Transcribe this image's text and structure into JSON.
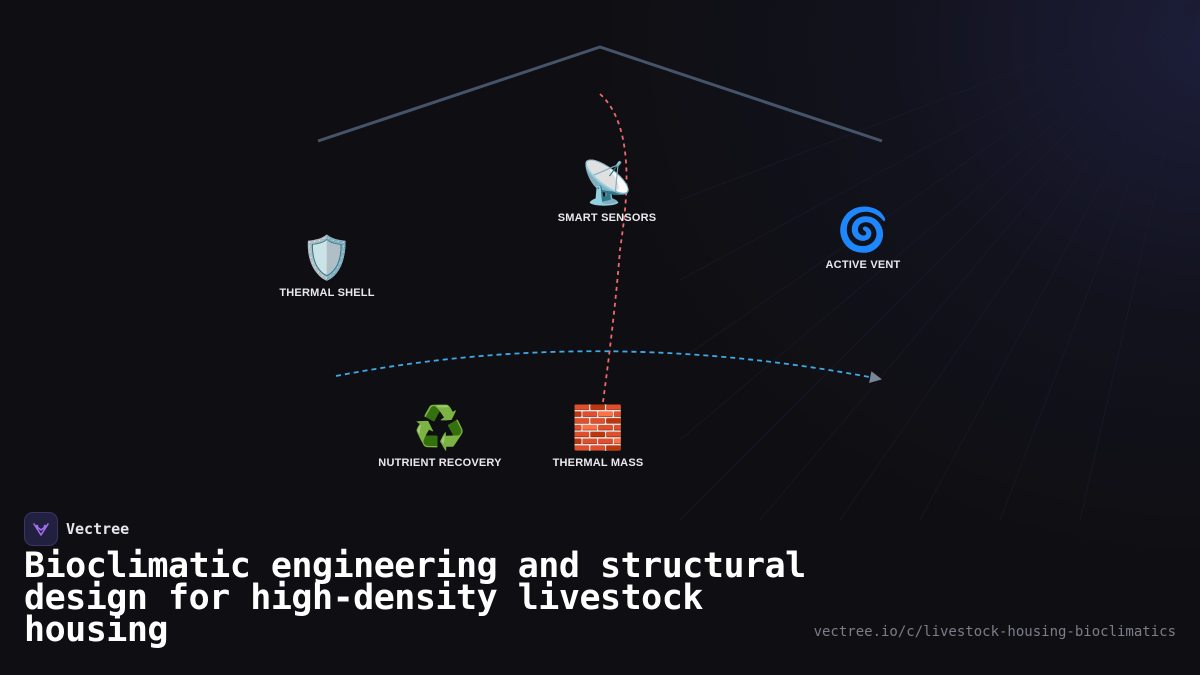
{
  "nodes": [
    {
      "id": "smart-sensors",
      "emoji": "📡",
      "label": "SMART SENSORS",
      "icon": "satellite-antenna-icon"
    },
    {
      "id": "active-vent",
      "emoji": "🌀",
      "label": "ACTIVE VENT",
      "icon": "cyclone-icon"
    },
    {
      "id": "thermal-shell",
      "emoji": "🛡️",
      "label": "THERMAL SHELL",
      "icon": "shield-icon"
    },
    {
      "id": "nutrient-recovery",
      "emoji": "♻️",
      "label": "NUTRIENT RECOVERY",
      "icon": "recycle-icon"
    },
    {
      "id": "thermal-mass",
      "emoji": "🧱",
      "label": "THERMAL MASS",
      "icon": "brick-icon"
    }
  ],
  "colors": {
    "roof": "#465469",
    "heat_path": "#f06a6a",
    "air_flow": "#3fa9e6",
    "arrow_head": "#7a8596",
    "brand_accent": "#a66df0",
    "background": "#0f0f13"
  },
  "brand": {
    "name": "Vectree",
    "logo_icon": "vectree-logo-icon"
  },
  "title": "Bioclimatic engineering and structural design for high-density livestock housing",
  "url": "vectree.io/c/livestock-housing-bioclimatics"
}
